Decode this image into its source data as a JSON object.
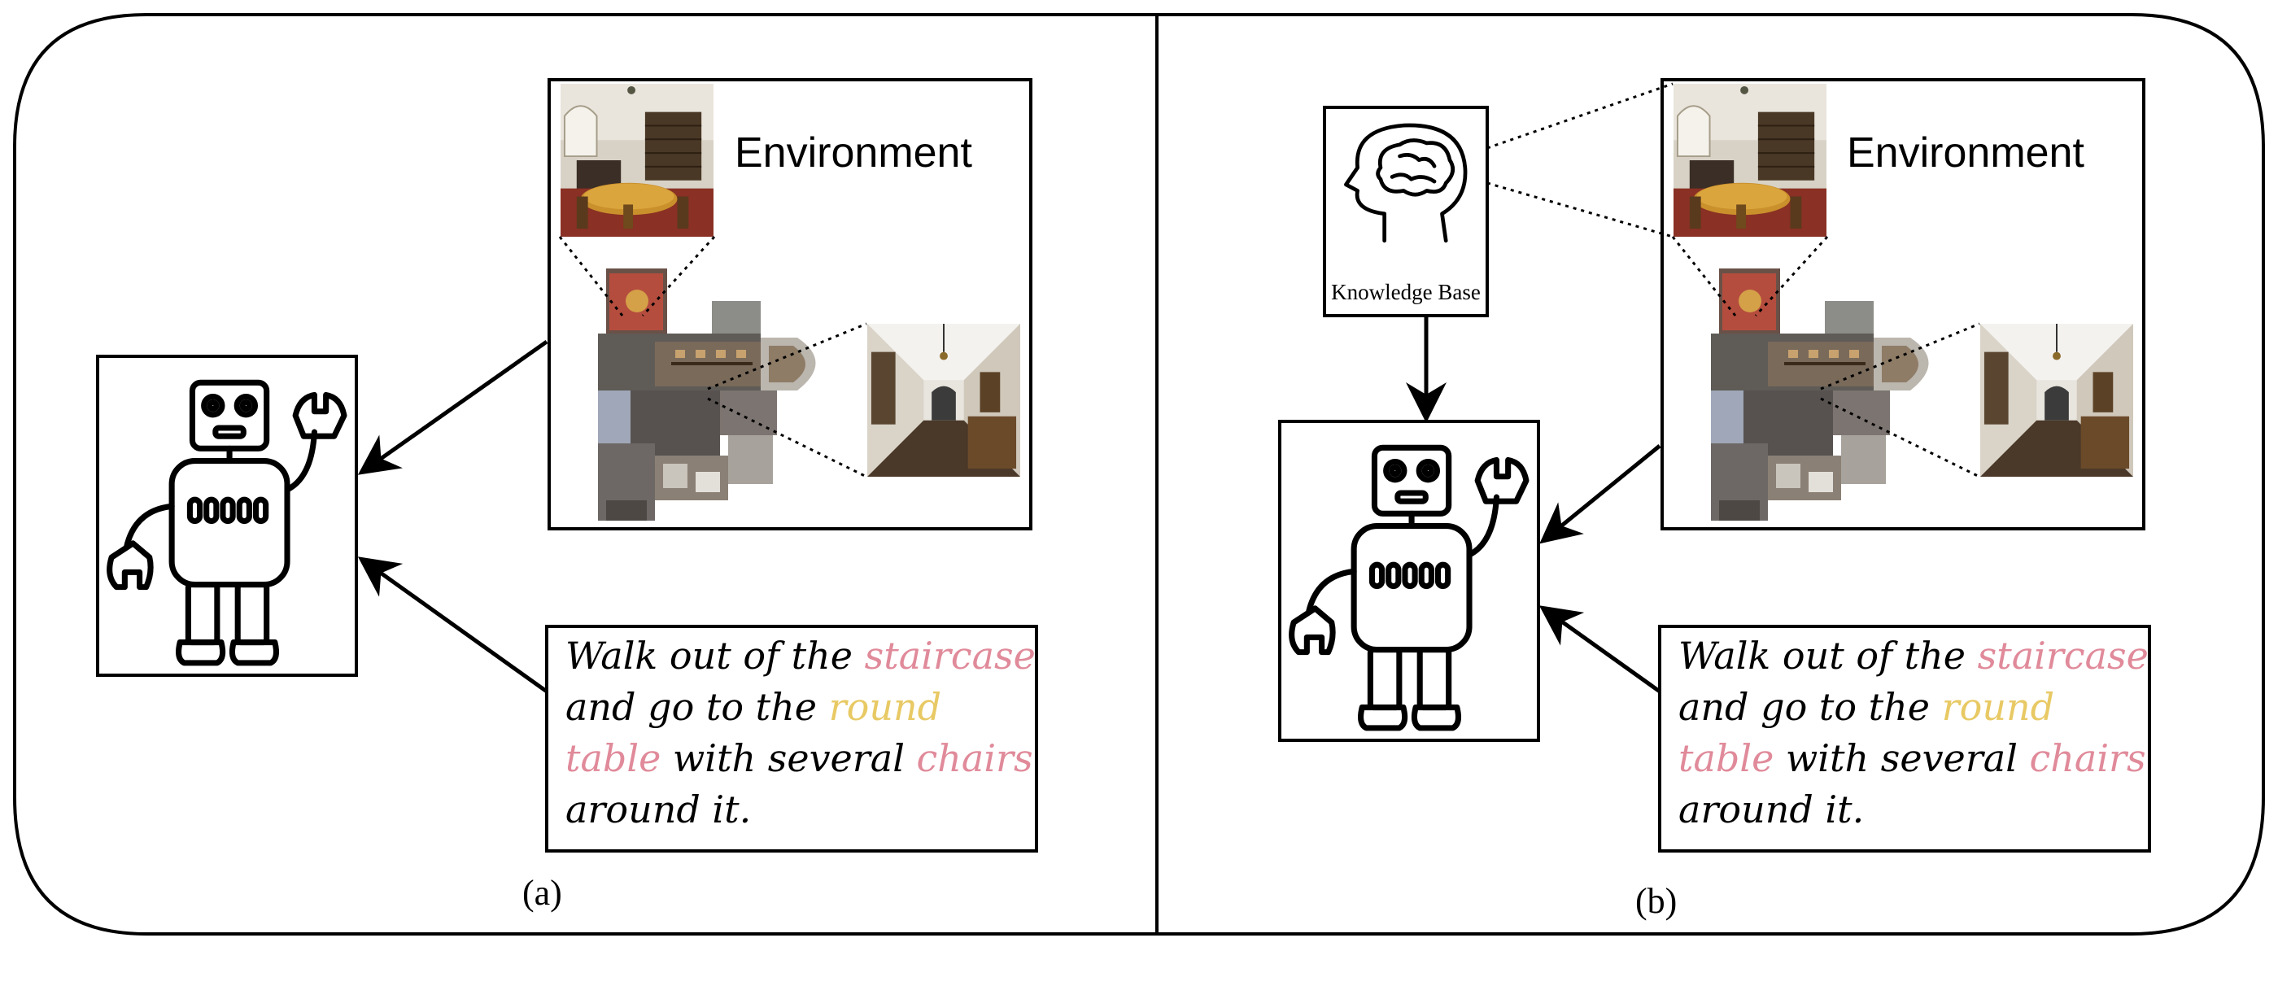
{
  "colors": {
    "highlight_pink": "#e08a9a",
    "highlight_yellow": "#e8c964",
    "stroke": "#000000"
  },
  "panels": [
    {
      "label": "(a)",
      "environment_title": "Environment",
      "instruction_lines": [
        [
          {
            "t": "Walk out of the "
          },
          {
            "t": "staircase",
            "hl": "pink"
          }
        ],
        [
          {
            "t": "and go to the "
          },
          {
            "t": "round",
            "hl": "yellow"
          }
        ],
        [
          {
            "t": "table",
            "hl": "pink"
          },
          {
            "t": " with several "
          },
          {
            "t": "chairs",
            "hl": "pink"
          }
        ],
        [
          {
            "t": "around it."
          }
        ]
      ]
    },
    {
      "label": "(b)",
      "environment_title": "Environment",
      "knowledge_base_label": "Knowledge Base",
      "instruction_lines": [
        [
          {
            "t": "Walk out of the "
          },
          {
            "t": "staircase",
            "hl": "pink"
          }
        ],
        [
          {
            "t": "and go to the "
          },
          {
            "t": "round",
            "hl": "yellow"
          }
        ],
        [
          {
            "t": "table",
            "hl": "pink"
          },
          {
            "t": " with several "
          },
          {
            "t": "chairs",
            "hl": "pink"
          }
        ],
        [
          {
            "t": "around it."
          }
        ]
      ]
    }
  ],
  "icons": {
    "agent": "robot-icon",
    "knowledge": "brain-head-icon",
    "environment_photo": "room-photo",
    "floor_plan": "floor-plan-map"
  }
}
